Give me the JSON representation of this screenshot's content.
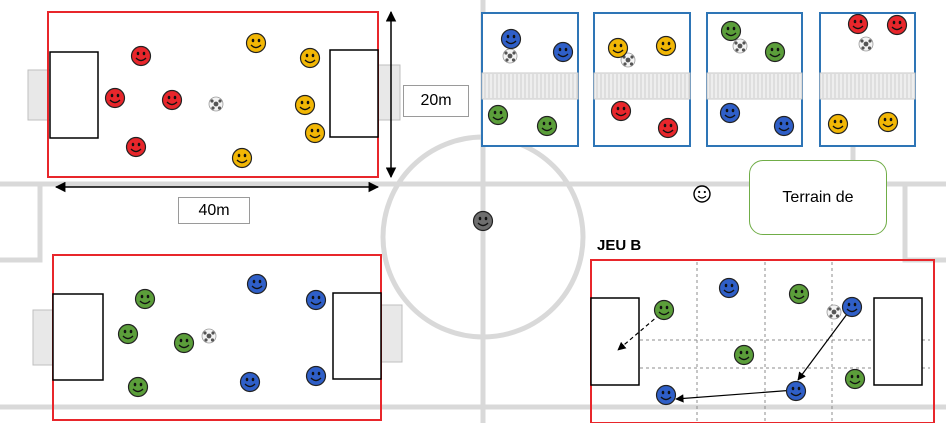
{
  "labels": {
    "width_dimension": "40m",
    "height_dimension": "20m",
    "note_text": "Terrain de",
    "game_b_title": "JEU B"
  },
  "colors": {
    "red_team": "#e8262b",
    "yellow_team": "#f2b705",
    "green_team": "#5b9e3a",
    "blue_team": "#2f5fc8",
    "neutral": "#6e6e6e",
    "field_border_red": "#e8262b",
    "field_border_blue": "#2e75b6",
    "note_border": "#70ad47",
    "background_pitch_lines": "#d9d9d9"
  },
  "icons": {
    "player": "smiley-icon",
    "ball": "soccer-ball-icon",
    "goal": "goal-net-icon",
    "smiley_outline": "smiley-outline-icon"
  }
}
